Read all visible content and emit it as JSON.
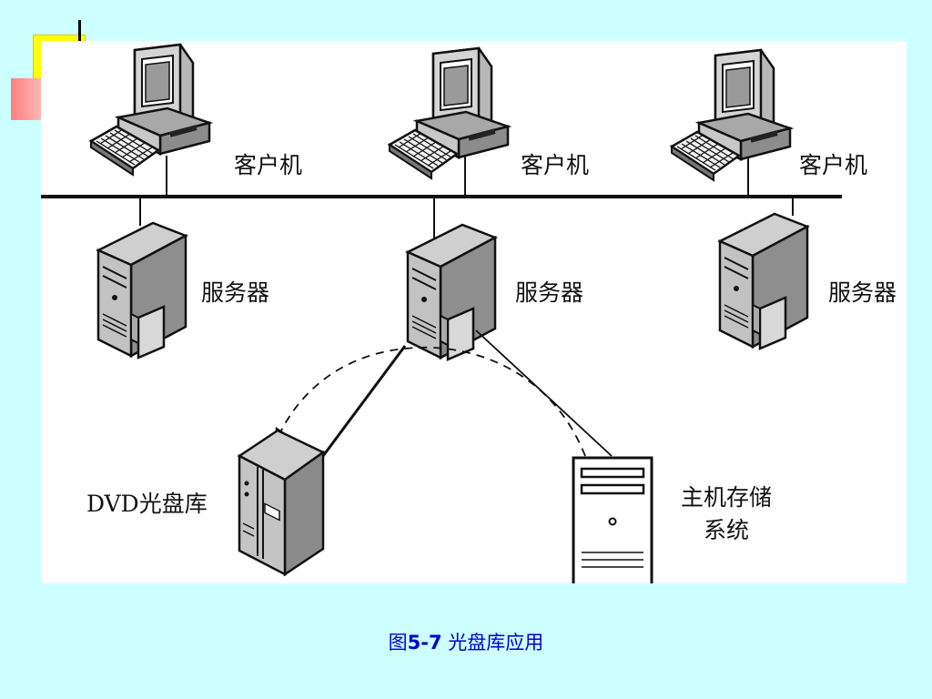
{
  "diagram": {
    "client_label": "客户机",
    "server_label": "服务器",
    "dvd_label": "DVD光盘库",
    "host_storage_label_line1": "主机存储",
    "host_storage_label_line2": "系统"
  },
  "caption": {
    "prefix": "图",
    "number": "5-7",
    "title": " 光盘库应用"
  }
}
